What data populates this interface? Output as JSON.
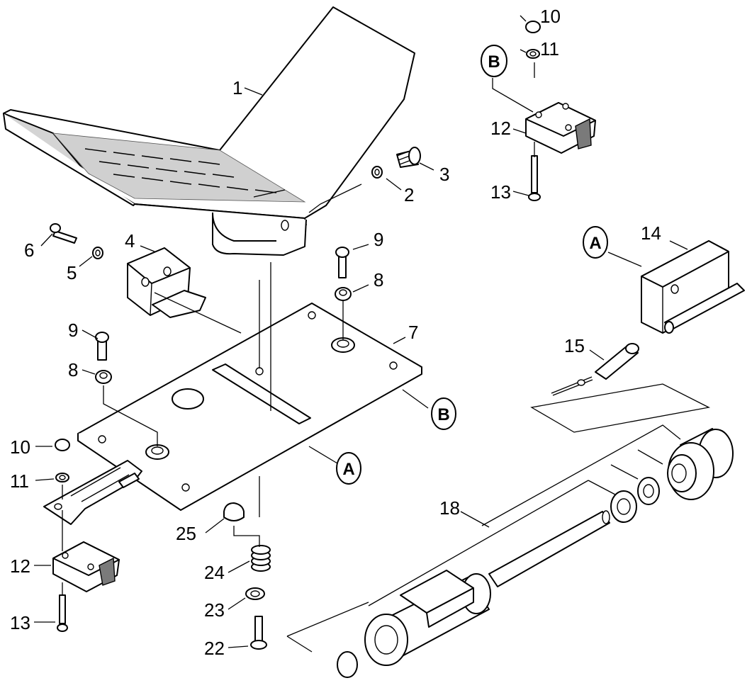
{
  "labels": {
    "p1": "1",
    "p2": "2",
    "p3": "3",
    "p4": "4",
    "p5": "5",
    "p6": "6",
    "p7": "7",
    "p8a": "8",
    "p9a": "9",
    "p8b": "8",
    "p9b": "9",
    "p10a": "10",
    "p11a": "11",
    "p12a": "12",
    "p13a": "13",
    "p10b": "10",
    "p11b": "11",
    "p12b": "12",
    "p13b": "13",
    "p14": "14",
    "p15": "15",
    "p18": "18",
    "p22": "22",
    "p23": "23",
    "p24": "24",
    "p25": "25"
  },
  "callouts": {
    "a_top": "A",
    "a_mid": "A",
    "b_top": "B",
    "b_mid": "B"
  },
  "colors": {
    "line": "#000000",
    "shade": "#d4d4d4",
    "tread": "#d0d0d0"
  }
}
